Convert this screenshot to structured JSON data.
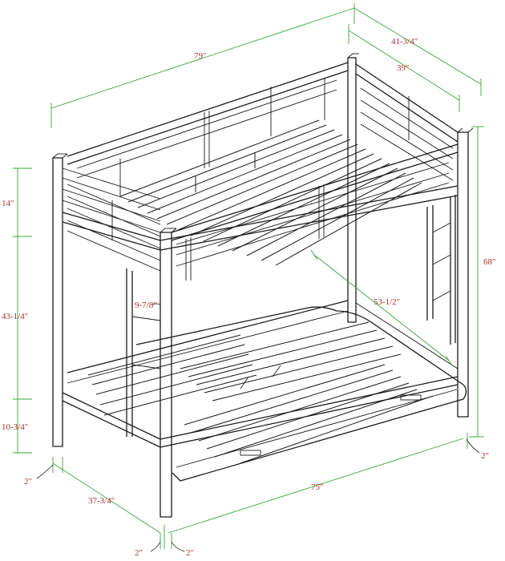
{
  "dimensions": {
    "overall_length": "79″",
    "overall_depth": "41-3/4″",
    "inner_depth": "39″",
    "overall_height": "68″",
    "top_rail_height": "14″",
    "bunk_clearance": "43-1/4″",
    "bottom_clearance": "10-3/4″",
    "ladder_gap": "9-7/8″",
    "trundle_depth": "53-1/2″",
    "post_width_front": "2″",
    "post_width_right": "2″",
    "post_width_bottom_left": "2″",
    "post_width_bottom_right": "2″",
    "bed_depth_bottom": "37-3/4″",
    "trundle_length": "75″"
  },
  "colors": {
    "dimension_line": "#3aa53a",
    "dimension_text": "#b03030",
    "frame": "#1a1a1a"
  }
}
